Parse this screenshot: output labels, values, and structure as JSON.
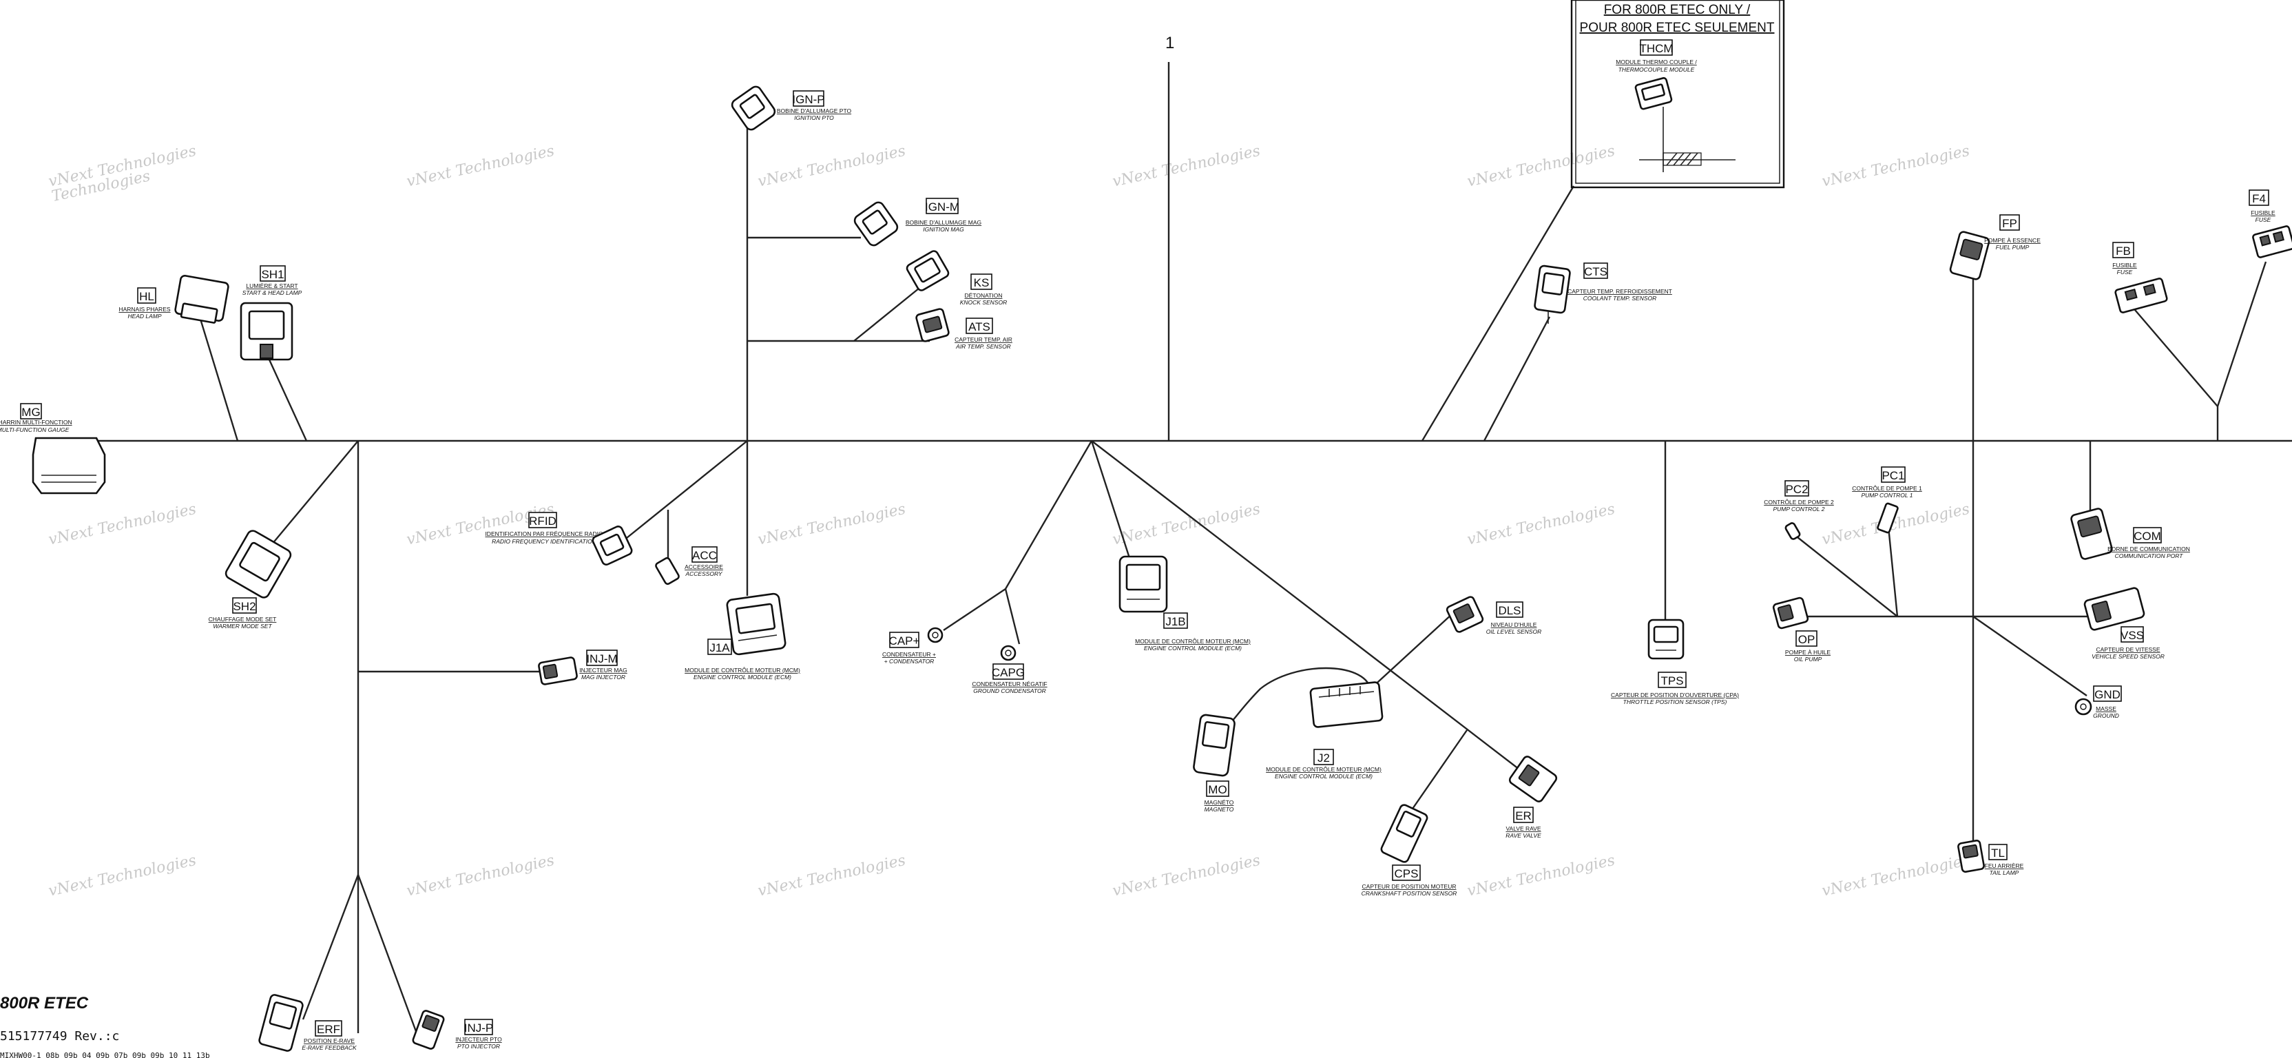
{
  "sheet_number": "1",
  "watermark": "vNext Technologies",
  "inset_box": {
    "title_line1": "FOR 800R ETEC ONLY /",
    "title_line2": "POUR 800R ETEC SEULEMENT",
    "tag": "THCM",
    "desc1": "MODULE THERMO COUPLE /",
    "desc2": "THERMOCOUPLE MODULE"
  },
  "connectors": {
    "mg": {
      "tag": "MG",
      "d1": "CHARRIN MULTI-FONCTION",
      "d2": "MULTI-FUNCTION GAUGE"
    },
    "hl": {
      "tag": "HL",
      "d1": "HARNAIS PHARES",
      "d2": "HEAD LAMP"
    },
    "sh1": {
      "tag": "SH1",
      "d1": "LUMIÈRE & START",
      "d2": "START & HEAD LAMP"
    },
    "sh2": {
      "tag": "SH2",
      "d1": "CHAUFFAGE MODE SET",
      "d2": "WARMER MODE SET"
    },
    "ignp": {
      "tag": "IGN-P",
      "d1": "BOBINE D'ALLUMAGE PTO",
      "d2": "IGNITION PTO"
    },
    "ignm": {
      "tag": "IGN-M",
      "d1": "BOBINE D'ALLUMAGE MAG",
      "d2": "IGNITION MAG"
    },
    "ks": {
      "tag": "KS",
      "d1": "DÉTONATION",
      "d2": "KNOCK SENSOR"
    },
    "ats": {
      "tag": "ATS",
      "d1": "CAPTEUR TEMP. AIR",
      "d2": "AIR TEMP. SENSOR"
    },
    "rfid": {
      "tag": "RFID",
      "d1": "IDENTIFICATION PAR FRÉQUENCE RADIO",
      "d2": "RADIO FREQUENCY IDENTIFICATION"
    },
    "acc": {
      "tag": "ACC",
      "d1": "ACCESSOIRE",
      "d2": "ACCESSORY"
    },
    "j1a": {
      "tag": "J1A",
      "d1": "MODULE DE CONTRÔLE MOTEUR (MCM)",
      "d2": "ENGINE CONTROL MODULE (ECM)"
    },
    "injm": {
      "tag": "INJ-M",
      "d1": "INJECTEUR MAG",
      "d2": "MAG INJECTOR"
    },
    "injp": {
      "tag": "INJ-P",
      "d1": "INJECTEUR PTO",
      "d2": "PTO INJECTOR"
    },
    "erf": {
      "tag": "ERF",
      "d1": "POSITION E-RAVE",
      "d2": "E-RAVE FEEDBACK"
    },
    "capp": {
      "tag": "CAP+",
      "d1": "CONDENSATEUR +",
      "d2": "+ CONDENSATOR"
    },
    "capg": {
      "tag": "CAPG",
      "d1": "CONDENSATEUR NÉGATIF",
      "d2": "GROUND CONDENSATOR"
    },
    "j1b": {
      "tag": "J1B",
      "d1": "MODULE DE CONTRÔLE MOTEUR (MCM)",
      "d2": "ENGINE CONTROL MODULE (ECM)"
    },
    "j2": {
      "tag": "J2",
      "d1": "MODULE DE CONTRÔLE MOTEUR (MCM)",
      "d2": "ENGINE CONTROL MODULE (ECM)"
    },
    "mo": {
      "tag": "MO",
      "d1": "MAGNÉTO",
      "d2": "MAGNETO"
    },
    "dls": {
      "tag": "DLS",
      "d1": "NIVEAU D'HUILE",
      "d2": "OIL LEVEL SENSOR"
    },
    "cps": {
      "tag": "CPS",
      "d1": "CAPTEUR DE POSITION MOTEUR",
      "d2": "CRANKSHAFT POSITION SENSOR"
    },
    "er": {
      "tag": "ER",
      "d1": "VALVE RAVE",
      "d2": "RAVE VALVE"
    },
    "cts": {
      "tag": "CTS",
      "d1": "CAPTEUR TEMP. REFROIDISSEMENT",
      "d2": "COOLANT TEMP. SENSOR"
    },
    "tps": {
      "tag": "TPS",
      "d1": "CAPTEUR DE POSITION D'OUVERTURE (CPA)",
      "d2": "THROTTLE POSITION SENSOR (TPS)"
    },
    "pc2": {
      "tag": "PC2",
      "d1": "CONTRÔLE DE POMPE 2",
      "d2": "PUMP CONTROL 2"
    },
    "pc1": {
      "tag": "PC1",
      "d1": "CONTRÔLE DE POMPE 1",
      "d2": "PUMP CONTROL 1"
    },
    "op": {
      "tag": "OP",
      "d1": "POMPE À HUILE",
      "d2": "OIL PUMP"
    },
    "fp": {
      "tag": "FP",
      "d1": "POMPE À ESSENCE",
      "d2": "FUEL PUMP"
    },
    "fb": {
      "tag": "FB",
      "d1": "FUSIBLE",
      "d2": "FUSE"
    },
    "f4": {
      "tag": "F4",
      "d1": "FUSIBLE",
      "d2": "FUSE"
    },
    "com": {
      "tag": "COM",
      "d1": "BORNE DE COMMUNICATION",
      "d2": "COMMUNICATION PORT"
    },
    "vss": {
      "tag": "VSS",
      "d1": "CAPTEUR DE VITESSE",
      "d2": "VEHICLE SPEED SENSOR"
    },
    "gnd": {
      "tag": "GND",
      "d1": "MASSE",
      "d2": "GROUND"
    },
    "tl": {
      "tag": "TL",
      "d1": "FEU ARRIÈRE",
      "d2": "TAIL LAMP"
    }
  },
  "footer": {
    "model": "800R ETEC",
    "part_number": "515177749 Rev.:c",
    "ref_line": "MIXHW00-1 08b 09b 04 09b 07b 09b 09b 10 11 13b"
  }
}
